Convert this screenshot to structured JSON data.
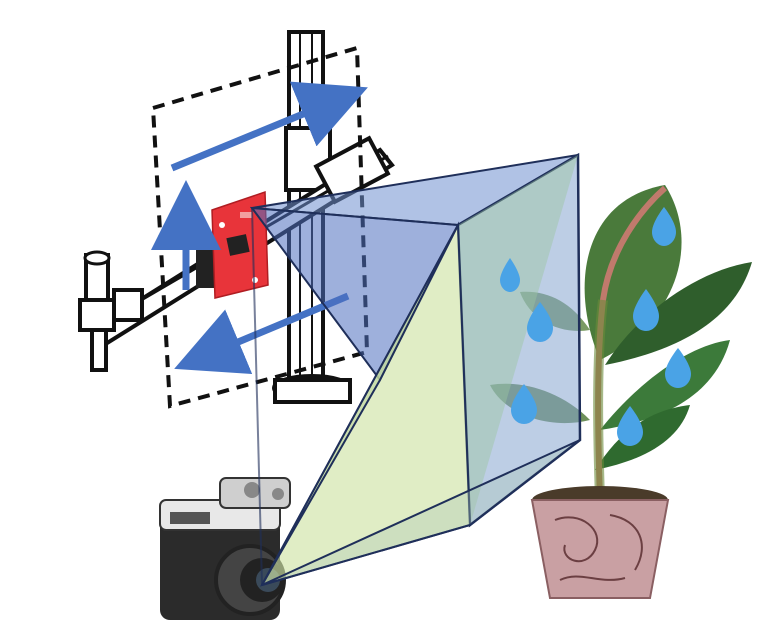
{
  "diagram": {
    "components": [
      {
        "name": "xy-scanning-stage",
        "icon": "linear-stage-icon"
      },
      {
        "name": "radar-sensor-board",
        "icon": "pcb-icon"
      },
      {
        "name": "scan-aperture",
        "style": "dashed"
      },
      {
        "name": "camera",
        "icon": "camera-icon"
      },
      {
        "name": "field-of-view-frustum",
        "icon": "pyramid-icon"
      },
      {
        "name": "potted-plant",
        "icon": "plant-icon"
      },
      {
        "name": "water-droplets",
        "icon": "water-drop-icon",
        "count": 7
      }
    ],
    "colors": {
      "arrow": "#4472c4",
      "frustum_blue": "#6f8fd0",
      "frustum_green": "#cfe3a6",
      "water_drop": "#4aa3e6",
      "pcb": "#e8343a",
      "pot": "#c9a0a3",
      "leaf": "#3d6b33"
    }
  }
}
